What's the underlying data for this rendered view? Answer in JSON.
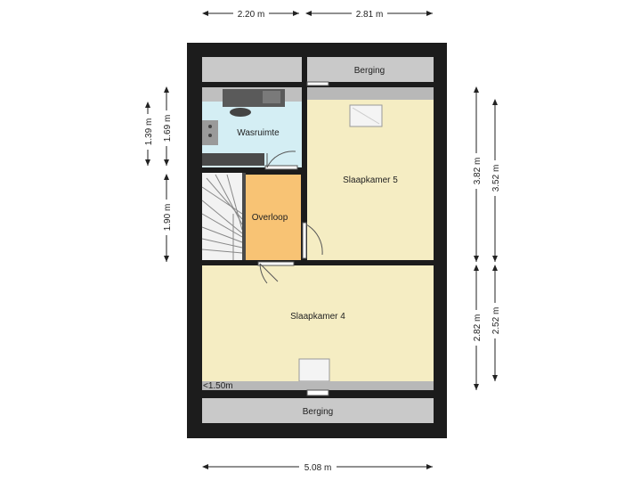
{
  "rooms": {
    "berging_top": "Berging",
    "wasruimte": "Wasruimte",
    "slaapkamer5": "Slaapkamer 5",
    "overloop": "Overloop",
    "slaapkamer4": "Slaapkamer 4",
    "berging_bottom": "Berging"
  },
  "annotations": {
    "low_ceiling": "<1.50m"
  },
  "dimensions": {
    "top_left": "2.20 m",
    "top_right": "2.81 m",
    "bottom": "5.08 m",
    "left_1": "1.39 m",
    "left_2": "1.69 m",
    "left_3": "1.90 m",
    "right_1": "3.82 m",
    "right_2": "3.52 m",
    "right_3": "2.82 m",
    "right_4": "2.52 m"
  },
  "colors": {
    "wall": "#1c1c1c",
    "slaapkamer": "#f5edc3",
    "wasruimte": "#d4eef4",
    "overloop": "#f8c374",
    "berging": "#c9c9c9",
    "stairs": "#f2f2f2"
  }
}
